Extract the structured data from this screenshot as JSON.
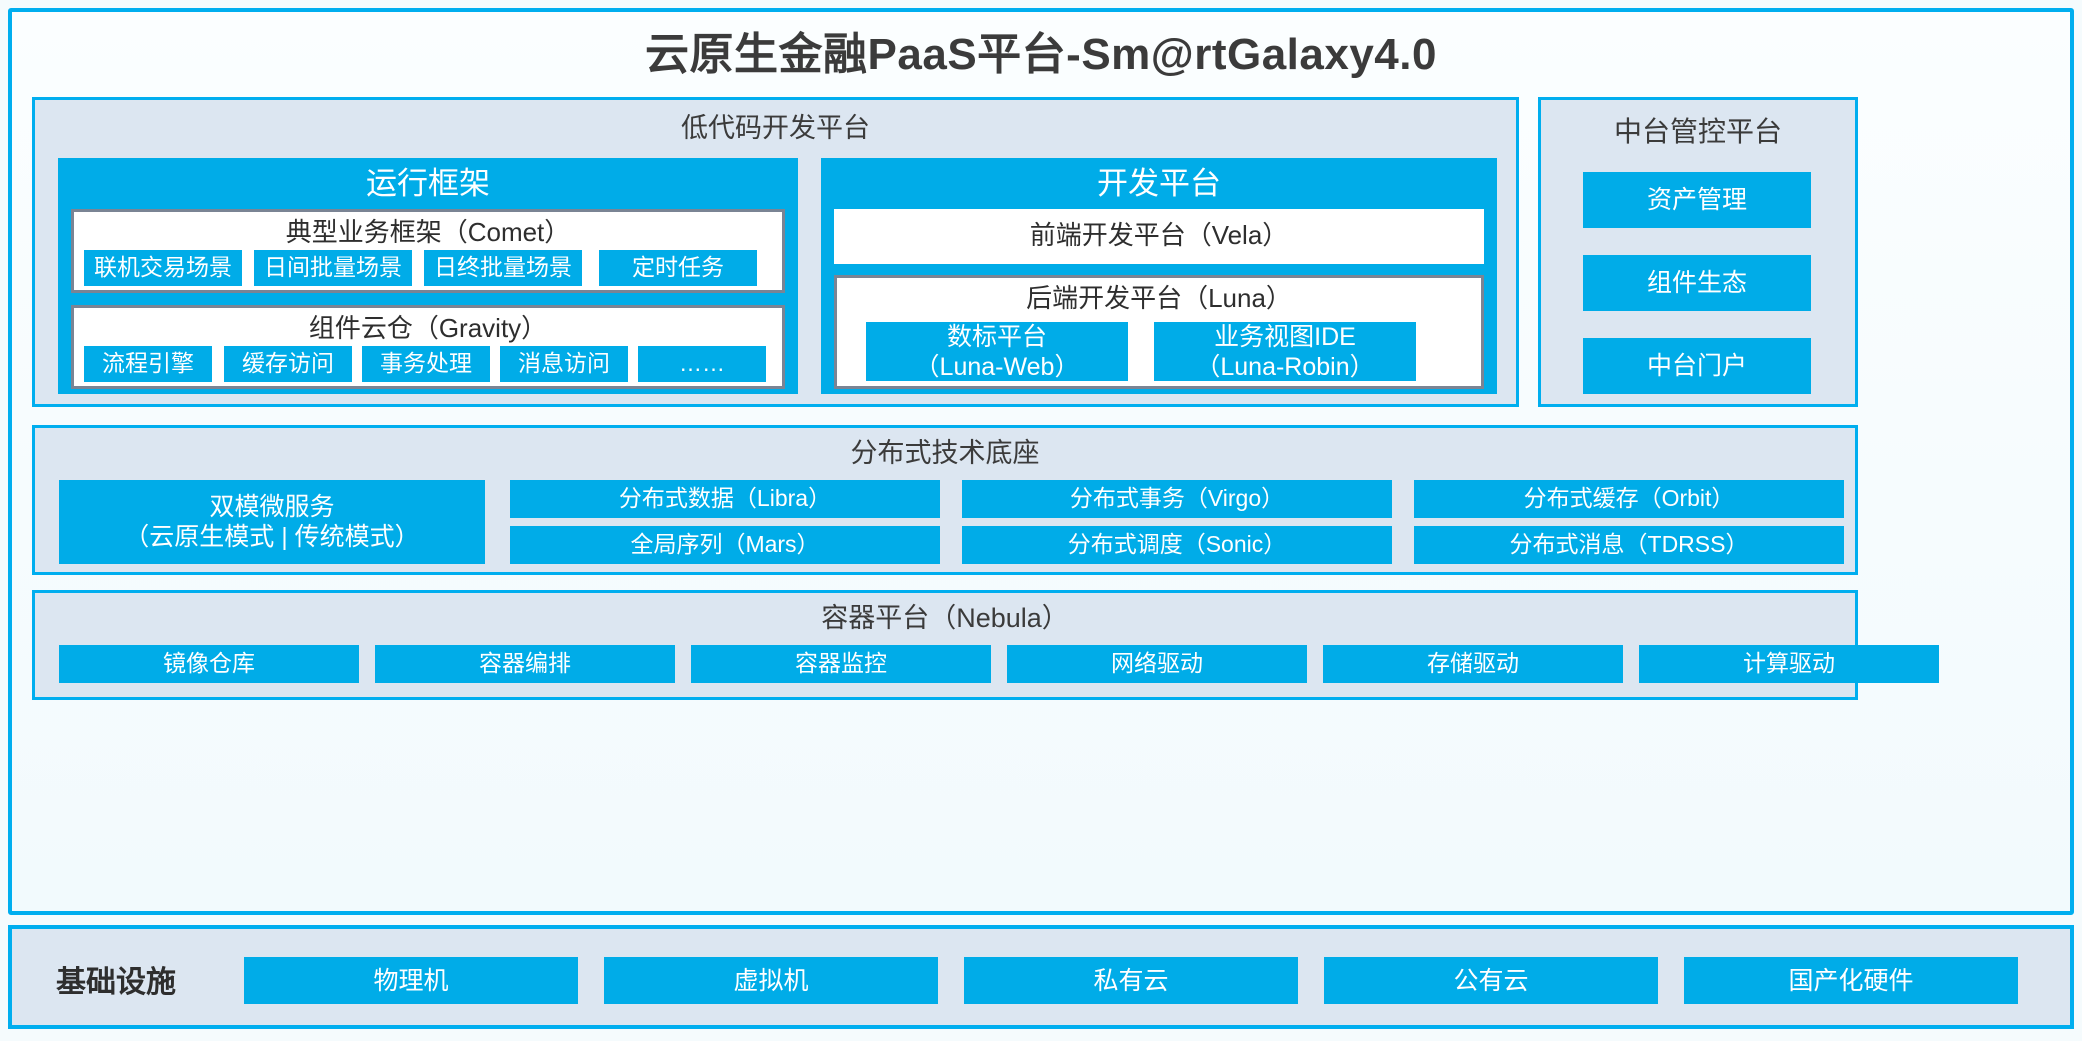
{
  "title": "云原生金融PaaS平台-Sm@rtGalaxy4.0",
  "colors": {
    "accent": "#00AEEF",
    "chip": "#00ACE8",
    "panel_bg": "#dce6f1",
    "box_border": "#7a8494",
    "page_bg": "#f5fbfd",
    "text": "#3b3b3b"
  },
  "lowcode": {
    "title": "低代码开发平台",
    "runtime": {
      "title": "运行框架",
      "comet": {
        "title": "典型业务框架（Comet）",
        "items": [
          "联机交易场景",
          "日间批量场景",
          "日终批量场景",
          "定时任务"
        ]
      },
      "gravity": {
        "title": "组件云仓（Gravity）",
        "items": [
          "流程引擎",
          "缓存访问",
          "事务处理",
          "消息访问",
          "……"
        ]
      }
    },
    "devplatform": {
      "title": "开发平台",
      "vela": {
        "title": "前端开发平台（Vela）"
      },
      "luna": {
        "title": "后端开发平台（Luna）",
        "items": [
          "数标平台\n（Luna-Web）",
          "业务视图IDE\n（Luna-Robin）"
        ]
      }
    }
  },
  "midoffice": {
    "title": "中台管控平台",
    "items": [
      "资产管理",
      "组件生态",
      "中台门户"
    ]
  },
  "distributed": {
    "title": "分布式技术底座",
    "microservice": "双模微服务\n（云原生模式 | 传统模式）",
    "grid": [
      [
        "分布式数据（Libra）",
        "分布式事务（Virgo）",
        "分布式缓存（Orbit）"
      ],
      [
        "全局序列（Mars）",
        "分布式调度（Sonic）",
        "分布式消息（TDRSS）"
      ]
    ]
  },
  "container": {
    "title": "容器平台（Nebula）",
    "items": [
      "镜像仓库",
      "容器编排",
      "容器监控",
      "网络驱动",
      "存储驱动",
      "计算驱动"
    ]
  },
  "infrastructure": {
    "label": "基础设施",
    "items": [
      "物理机",
      "虚拟机",
      "私有云",
      "公有云",
      "国产化硬件"
    ]
  }
}
